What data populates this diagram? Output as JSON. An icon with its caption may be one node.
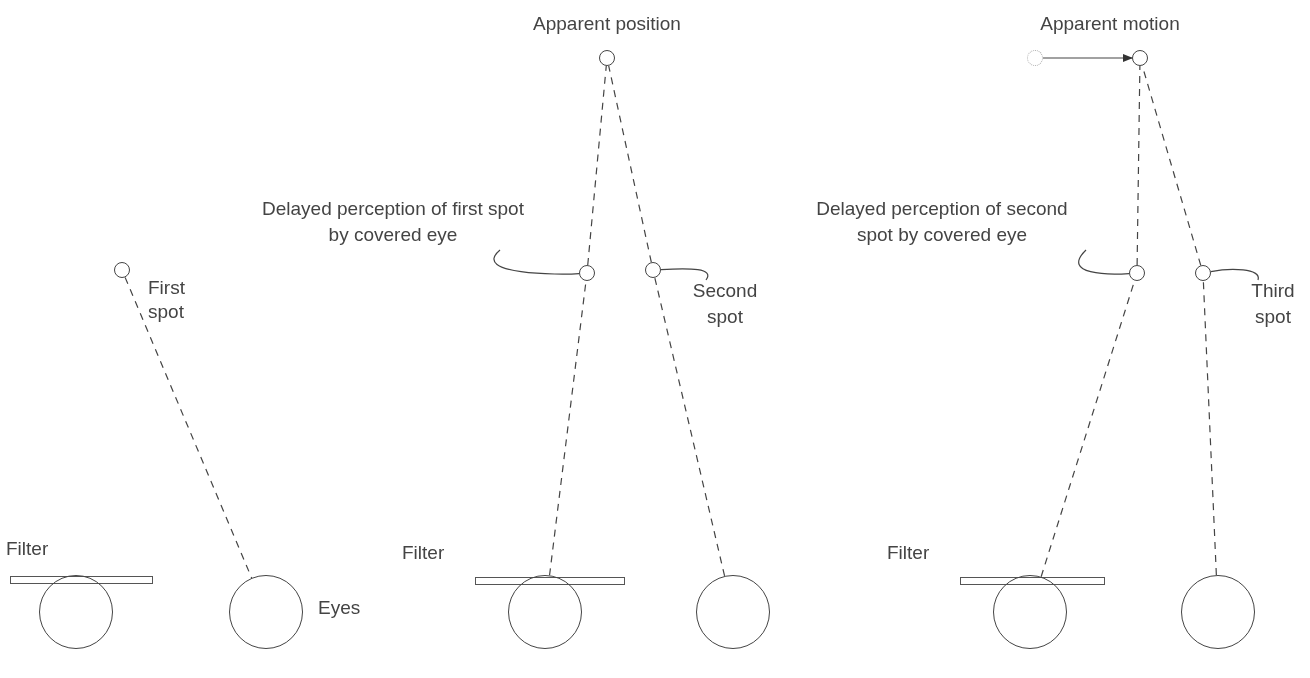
{
  "diagram": {
    "nodes": [
      {
        "text": [],
        "shape": "circle",
        "beside": [
          "First spot"
        ]
      },
      {
        "text": [],
        "shape": "bar",
        "beside": [
          "Filter"
        ]
      },
      {
        "text": [],
        "shape": "circle"
      },
      {
        "text": [],
        "shape": "circle",
        "beside": [
          "Eyes"
        ]
      },
      {
        "text": [],
        "shape": "circle",
        "beside": [
          "Apparent position"
        ]
      },
      {
        "text": [
          "Delayed perception of first spot by **covered eye**"
        ]
      },
      {
        "text": [],
        "shape": "circle"
      },
      {
        "text": [],
        "shape": "circle"
      },
      {
        "text": [
          "Second spot"
        ]
      },
      {
        "text": [],
        "shape": "bar",
        "beside": [
          "Filter"
        ]
      },
      {
        "text": [],
        "shape": "circle"
      },
      {
        "text": [],
        "shape": "circle"
      },
      {
        "text": [],
        "shape": "circle"
      },
      {
        "text": [],
        "shape": "circle",
        "beside": [
          "Apparent motion"
        ]
      },
      {
        "text": [
          "Delayed perception of second spot by covered eye"
        ]
      },
      {
        "text": [],
        "shape": "circle"
      },
      {
        "text": [],
        "shape": "circle"
      },
      {
        "text": [
          "Third spot"
        ]
      },
      {
        "text": [],
        "shape": "bar",
        "beside": [
          "Filter"
        ]
      },
      {
        "text": [],
        "shape": "circle"
      },
      {
        "text": [],
        "shape": "circle"
      }
    ],
    "edges": [
      {
        "from": 0,
        "to": 3,
        "arrow": "none",
        "style": "dashed"
      },
      {
        "from": 5,
        "to": 6,
        "arrow": "none"
      },
      {
        "from": 8,
        "to": 7,
        "arrow": "none"
      },
      {
        "from": 10,
        "to": 6,
        "arrow": "none",
        "style": "dashed"
      },
      {
        "from": 6,
        "to": 4,
        "arrow": "none",
        "style": "dashed"
      },
      {
        "from": 11,
        "to": 7,
        "arrow": "none",
        "style": "dashed"
      },
      {
        "from": 7,
        "to": 4,
        "arrow": "none",
        "style": "dashed"
      },
      {
        "from": 12,
        "to": 13,
        "arrow": "to"
      },
      {
        "from": 14,
        "to": 15,
        "arrow": "none"
      },
      {
        "from": 17,
        "to": 16,
        "arrow": "none"
      },
      {
        "from": 19,
        "to": 15,
        "arrow": "none",
        "style": "dashed"
      },
      {
        "from": 15,
        "to": 13,
        "arrow": "none",
        "style": "dashed"
      },
      {
        "from": 20,
        "to": 16,
        "arrow": "none",
        "style": "dashed"
      },
      {
        "from": 16,
        "to": 13,
        "arrow": "none",
        "style": "dashed"
      }
    ]
  }
}
